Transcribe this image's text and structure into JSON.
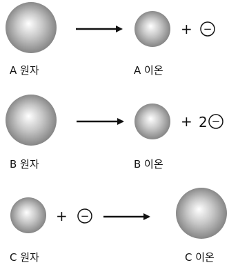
{
  "rows": [
    {
      "left_label": "A 원자",
      "right_label": "A 이온",
      "electron_coefficient": "",
      "electron_symbol": "−",
      "plus": "+"
    },
    {
      "left_label": "B 원자",
      "right_label": "B 이온",
      "electron_coefficient": "2",
      "electron_symbol": "−",
      "plus": "+"
    },
    {
      "left_label": "C 원자",
      "right_label": "C 이온",
      "electron_coefficient": "",
      "electron_symbol": "−",
      "plus": "+"
    }
  ],
  "colors": {
    "sphere_highlight": "#ffffff",
    "sphere_mid": "#c8c8c8",
    "sphere_shadow": "#7a7a7a",
    "stroke": "#111111"
  }
}
